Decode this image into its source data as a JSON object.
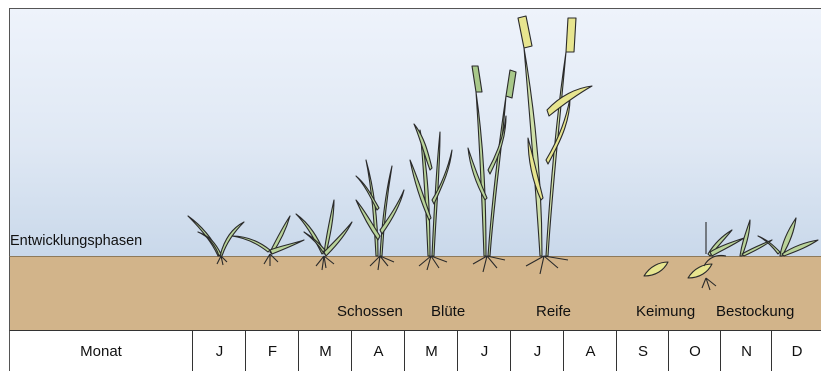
{
  "diagram": {
    "row_label": "Entwicklungsphasen",
    "phases": [
      "Schossen",
      "Blüte",
      "Reife",
      "Keimung",
      "Bestockung"
    ],
    "table": {
      "header": "Monat",
      "months": [
        "J",
        "F",
        "M",
        "A",
        "M",
        "J",
        "J",
        "A",
        "S",
        "O",
        "N",
        "D"
      ]
    },
    "colors": {
      "sky_top": "#eef3fb",
      "sky_bottom": "#c9d8ea",
      "soil": "#d2b48a",
      "plant_green": "#b9d39a",
      "plant_stroke": "#2a2a2a",
      "ripe_yellow": "#e7e58f"
    }
  }
}
